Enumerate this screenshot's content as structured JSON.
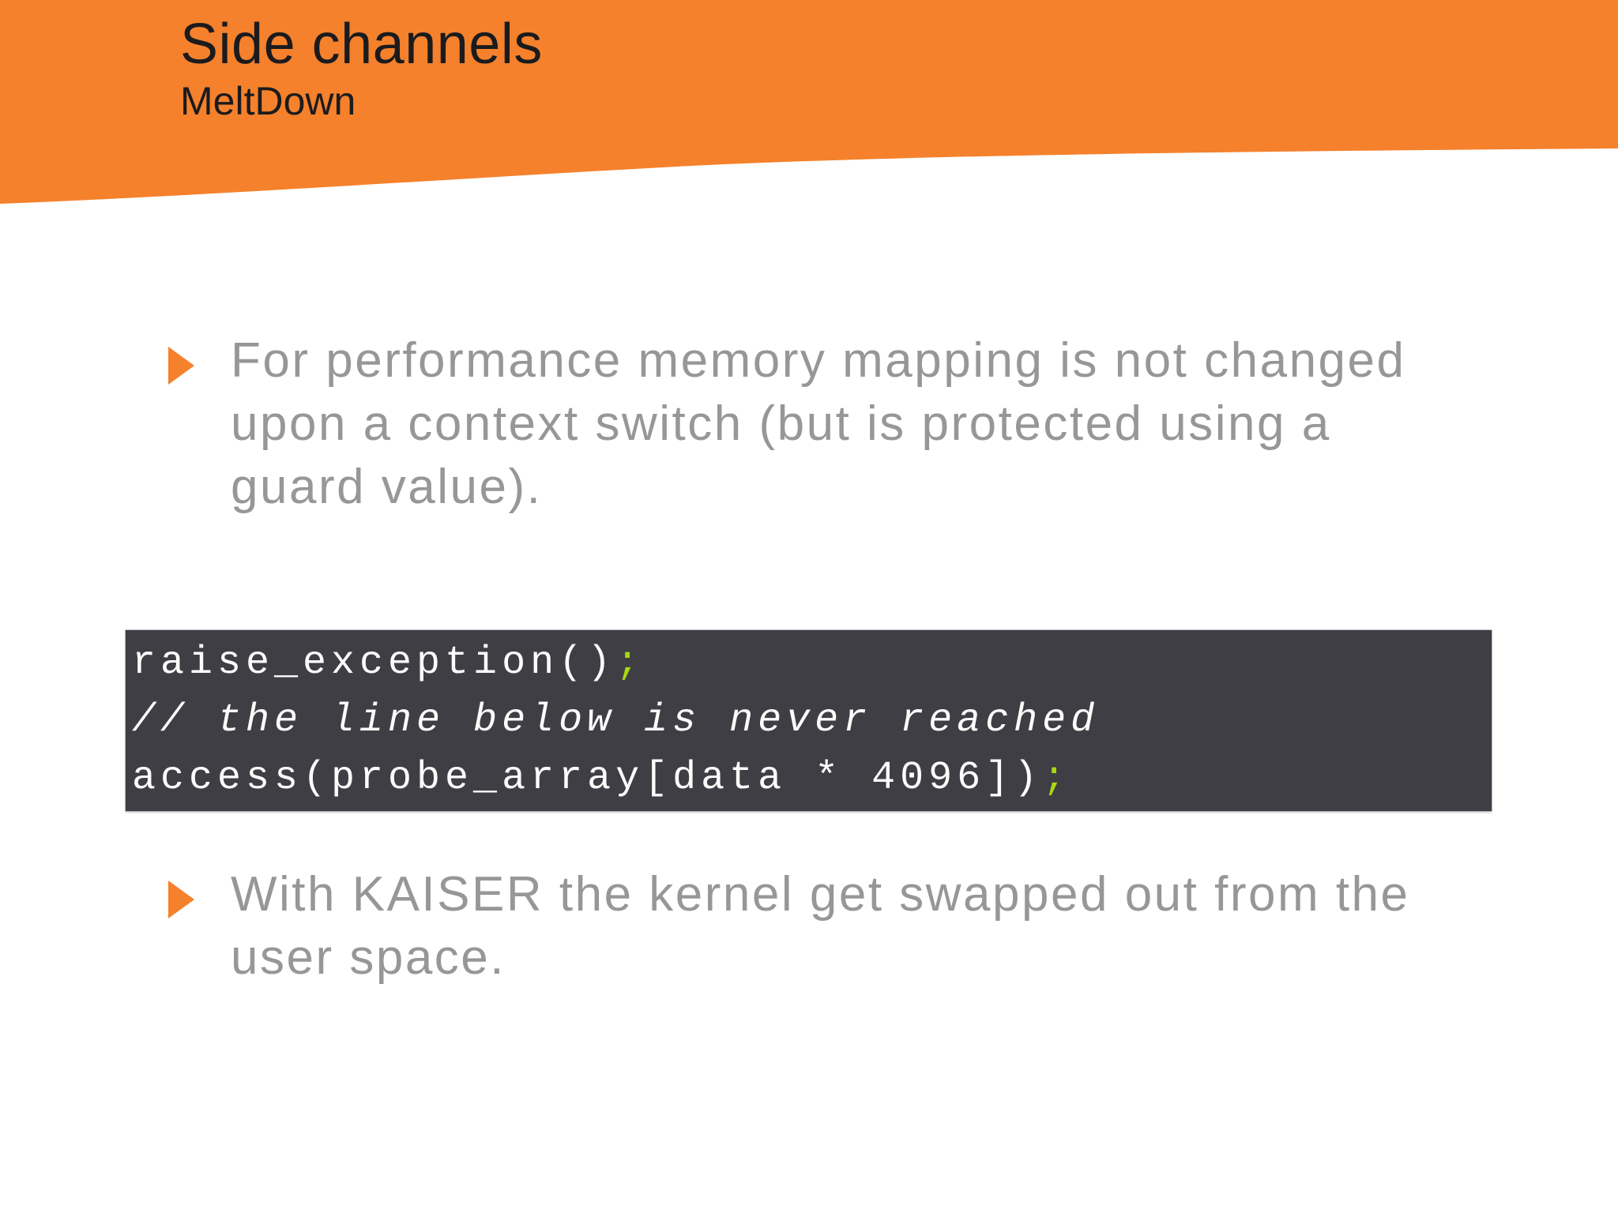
{
  "header": {
    "title": "Side channels",
    "subtitle": "MeltDown"
  },
  "bullets": [
    {
      "lines": [
        "For performance memory mapping is not changed",
        "upon a context switch (but is protected using a",
        "guard value)."
      ]
    },
    {
      "lines": [
        "With KAISER the kernel get swapped out from the",
        "user space."
      ]
    }
  ],
  "code": {
    "lines": [
      {
        "code": "raise_exception()",
        "punct": ";"
      },
      {
        "code": "// the line below is never reached",
        "punct": ""
      },
      {
        "code": "access(probe_array[data * 4096])",
        "punct": ";"
      }
    ]
  },
  "colors": {
    "accent_orange": "#f5812c",
    "body_gray": "#97979a",
    "code_background": "#3f3e44",
    "code_text": "#fcfcfc",
    "code_punct_green": "#a8d714",
    "title_text": "#1b1b1d"
  },
  "icons": [
    {
      "name": "bullet-triangle-icon",
      "glyph": "right-pointing-triangle"
    }
  ]
}
